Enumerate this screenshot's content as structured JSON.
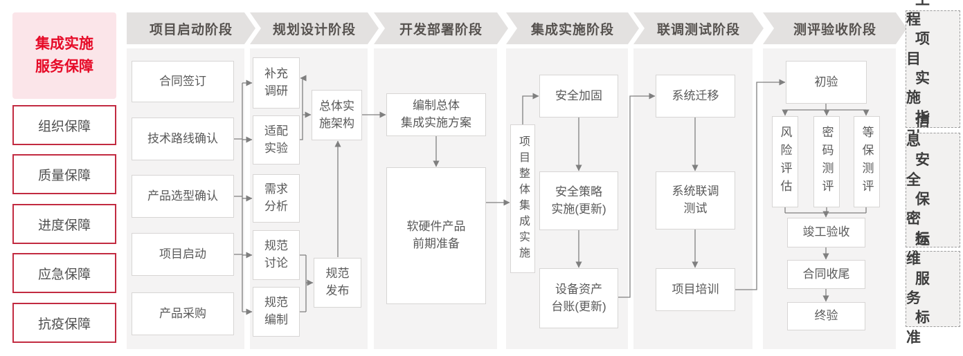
{
  "sidebar": {
    "title": {
      "text": "集成实施\n服务保障"
    },
    "items": [
      {
        "label": "组织保障"
      },
      {
        "label": "质量保障"
      },
      {
        "label": "进度保障"
      },
      {
        "label": "应急保障"
      },
      {
        "label": "抗疫保障"
      }
    ]
  },
  "phases": [
    {
      "label": "项目启动阶段"
    },
    {
      "label": "规划设计阶段"
    },
    {
      "label": "开发部署阶段"
    },
    {
      "label": "集成实施阶段"
    },
    {
      "label": "联调测试阶段"
    },
    {
      "label": "测评验收阶段"
    }
  ],
  "nodes": {
    "contract_signing": {
      "label": "合同签订"
    },
    "tech_route": {
      "label": "技术路线确认"
    },
    "product_selection": {
      "label": "产品选型确认"
    },
    "project_kickoff": {
      "label": "项目启动"
    },
    "procurement": {
      "label": "产品采购"
    },
    "supplement_research": {
      "label": "补充\n调研"
    },
    "adaptation_test": {
      "label": "适配\n实验"
    },
    "requirement_analysis": {
      "label": "需求\n分析"
    },
    "spec_discussion": {
      "label": "规范\n讨论"
    },
    "spec_compilation": {
      "label": "规范\n编制"
    },
    "overall_architecture": {
      "label": "总体实\n施架构"
    },
    "spec_release": {
      "label": "规范\n发布"
    },
    "overall_plan": {
      "label": "编制总体\n集成实施方案"
    },
    "product_preparation": {
      "label": "软硬件产品\n前期准备"
    },
    "overall_integration": {
      "label": "项目整体集成实施"
    },
    "security_hardening": {
      "label": "安全加固"
    },
    "security_policy": {
      "label": "安全策略\n实施(更新)"
    },
    "asset_ledger": {
      "label": "设备资产\n台账(更新)"
    },
    "system_migration": {
      "label": "系统迁移"
    },
    "joint_testing": {
      "label": "系统联调\n测试"
    },
    "project_training": {
      "label": "项目培训"
    },
    "initial_acceptance": {
      "label": "初验"
    },
    "risk_assessment": {
      "label": "风险评估"
    },
    "crypto_testing": {
      "label": "密码测评"
    },
    "mlps_testing": {
      "label": "等保测评"
    },
    "completion_acceptance": {
      "label": "竣工验收"
    },
    "contract_closure": {
      "label": "合同收尾"
    },
    "final_acceptance": {
      "label": "终验"
    }
  },
  "rightbar": {
    "boxes": [
      {
        "label": "工程项目实施指引",
        "lines": [
          "工程",
          "项目",
          "实施",
          "指引"
        ]
      },
      {
        "label": "信息安全保密标准",
        "lines": [
          "信息",
          "安全",
          "保密",
          "标准"
        ]
      },
      {
        "label": "运维服务标准",
        "lines": [
          "运维",
          "服务",
          "标准"
        ]
      }
    ]
  },
  "edges": [
    {
      "from": [
        "tech_route",
        "product_selection",
        "project_kickoff"
      ],
      "to": [
        "supplement_research",
        "adaptation_test",
        "requirement_analysis",
        "spec_discussion",
        "spec_compilation"
      ]
    },
    {
      "from": [
        "adaptation_test"
      ],
      "to": [
        "supplement_research",
        "overall_architecture"
      ]
    },
    {
      "from": [
        "spec_discussion",
        "spec_compilation"
      ],
      "to": [
        "spec_release"
      ]
    },
    {
      "from": [
        "spec_release"
      ],
      "to": [
        "overall_architecture"
      ]
    },
    {
      "from": [
        "overall_architecture"
      ],
      "to": [
        "overall_plan"
      ]
    },
    {
      "from": [
        "overall_plan"
      ],
      "to": [
        "product_preparation"
      ]
    },
    {
      "from": [
        "product_preparation"
      ],
      "to": [
        "overall_integration"
      ]
    },
    {
      "from": [
        "overall_integration"
      ],
      "to": [
        "security_hardening"
      ]
    },
    {
      "from": [
        "security_hardening"
      ],
      "to": [
        "security_policy"
      ]
    },
    {
      "from": [
        "security_policy"
      ],
      "to": [
        "asset_ledger"
      ]
    },
    {
      "from": [
        "asset_ledger"
      ],
      "to": [
        "system_migration"
      ]
    },
    {
      "from": [
        "system_migration"
      ],
      "to": [
        "joint_testing"
      ]
    },
    {
      "from": [
        "joint_testing"
      ],
      "to": [
        "project_training"
      ]
    },
    {
      "from": [
        "project_training"
      ],
      "to": [
        "initial_acceptance"
      ]
    },
    {
      "from": [
        "initial_acceptance"
      ],
      "to": [
        "risk_assessment",
        "crypto_testing",
        "mlps_testing"
      ]
    },
    {
      "from": [
        "risk_assessment",
        "crypto_testing",
        "mlps_testing"
      ],
      "to": [
        "completion_acceptance"
      ]
    },
    {
      "from": [
        "completion_acceptance"
      ],
      "to": [
        "contract_closure"
      ]
    },
    {
      "from": [
        "contract_closure"
      ],
      "to": [
        "final_acceptance"
      ]
    }
  ],
  "colors": {
    "accent_red": "#e60a27",
    "sidebar_border": "#c22a40",
    "title_bg": "#fbe5e9",
    "phase_bg": "#e3e1e0",
    "column_bg": "#f4f3f3",
    "node_border": "#d7d5d4",
    "connector": "#7f7f7f"
  }
}
